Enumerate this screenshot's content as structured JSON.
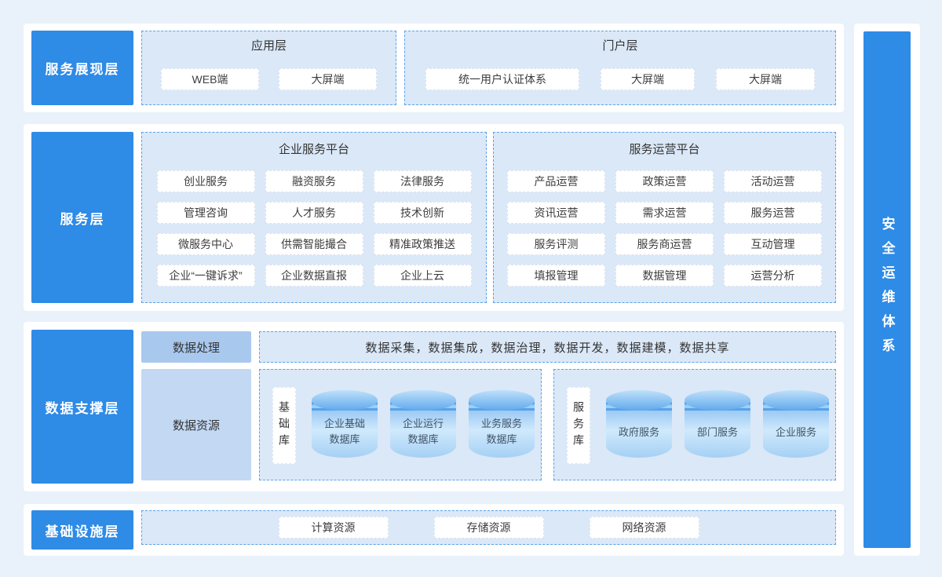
{
  "colors": {
    "page_background": "#e9f1fa",
    "panel_background": "#ffffff",
    "accent_blue": "#2e8be6",
    "container_fill": "#dbe8f8",
    "container_dashed_border": "#59a3ea",
    "processing_cell": "#a9c8ee",
    "resources_cell": "#c3d8f3"
  },
  "layers": {
    "presentation": {
      "label": "服务展现层",
      "groups": [
        {
          "title": "应用层",
          "items": [
            "WEB端",
            "大屏端"
          ]
        },
        {
          "title": "门户层",
          "items": [
            "统一用户认证体系",
            "大屏端",
            "大屏端"
          ]
        }
      ]
    },
    "service": {
      "label": "服务层",
      "platforms": [
        {
          "title": "企业服务平台",
          "items": [
            "创业服务",
            "融资服务",
            "法律服务",
            "管理咨询",
            "人才服务",
            "技术创新",
            "微服务中心",
            "供需智能撮合",
            "精准政策推送",
            "企业“一键诉求”",
            "企业数据直报",
            "企业上云"
          ]
        },
        {
          "title": "服务运营平台",
          "items": [
            "产品运营",
            "政策运营",
            "活动运营",
            "资讯运营",
            "需求运营",
            "服务运营",
            "服务评测",
            "服务商运营",
            "互动管理",
            "填报管理",
            "数据管理",
            "运营分析"
          ]
        }
      ]
    },
    "data_support": {
      "label": "数据支撑层",
      "processing": {
        "label": "数据处理",
        "capabilities": "数据采集，数据集成，数据治理，数据开发，数据建模，数据共享"
      },
      "resources": {
        "label": "数据资源",
        "groups": [
          {
            "label": "基础库",
            "databases": [
              "企业基础数据库",
              "企业运行数据库",
              "业务服务数据库"
            ]
          },
          {
            "label": "服务库",
            "databases": [
              "政府服务",
              "部门服务",
              "企业服务"
            ]
          }
        ]
      }
    },
    "infrastructure": {
      "label": "基础设施层",
      "items": [
        "计算资源",
        "存储资源",
        "网络资源"
      ]
    },
    "security": {
      "label": "安全运维体系"
    }
  }
}
